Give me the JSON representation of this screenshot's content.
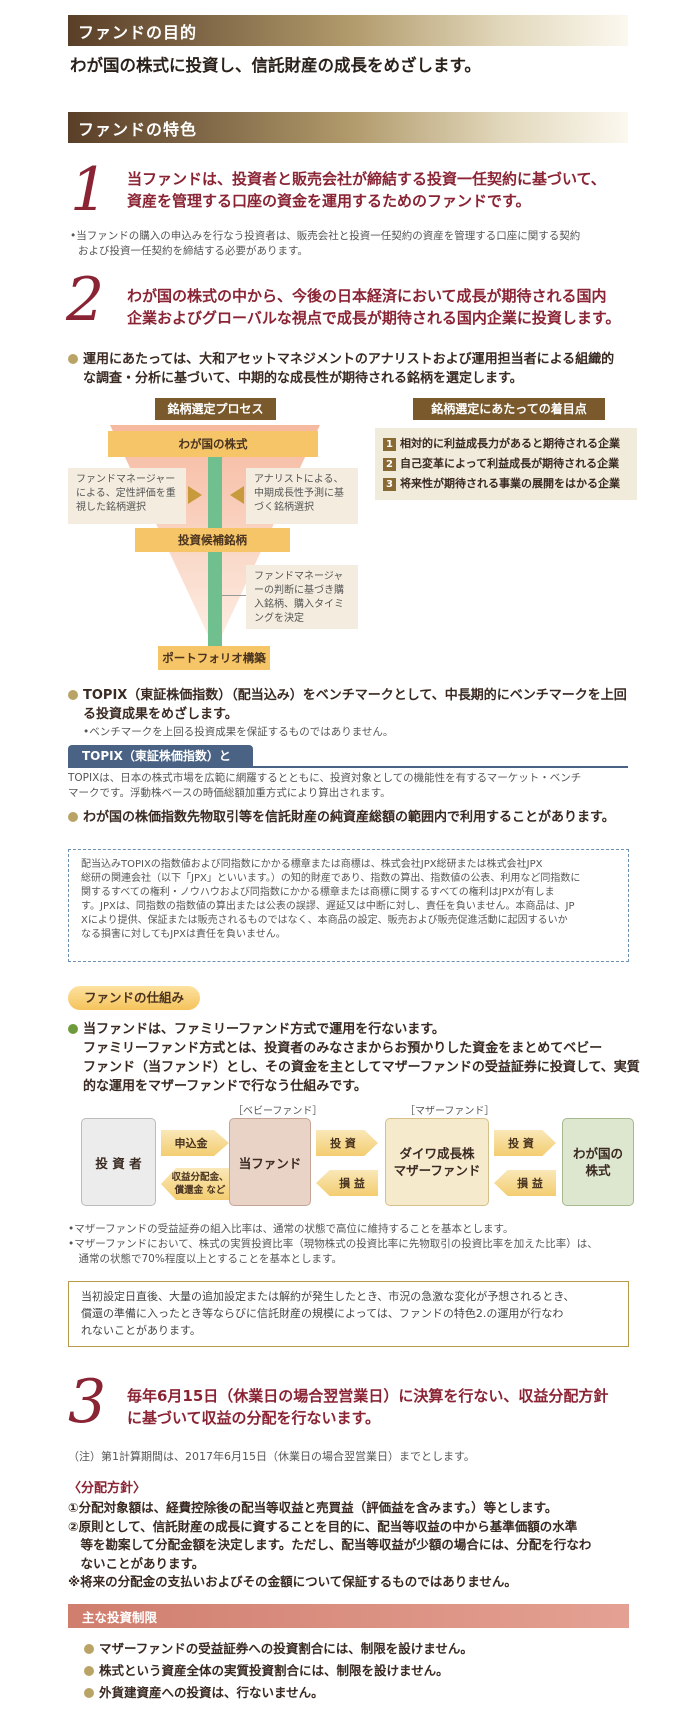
{
  "sections": {
    "purpose_title": "ファンドの目的",
    "purpose_text": "わが国の株式に投資し、信託財産の成長をめざします。",
    "features_title": "ファンドの特色"
  },
  "feature1": {
    "num": "1",
    "line1": "当ファンドは、投資者と販売会社が締結する投資一任契約に基づいて、",
    "line2": "資産を管理する口座の資金を運用するためのファンドです。",
    "note1": "•当ファンドの購入の申込みを行なう投資者は、販売会社と投資一任契約の資産を管理する口座に関する契約",
    "note2": "および投資一任契約を締結する必要があります。"
  },
  "feature2": {
    "num": "2",
    "line1": "わが国の株式の中から、今後の日本経済において成長が期待される国内",
    "line2": "企業およびグローバルな視点で成長が期待される国内企業に投資します。",
    "bullet1_line1": "運用にあたっては、大和アセットマネジメントのアナリストおよび運用担当者による組織的",
    "bullet1_line2": "な調査・分析に基づいて、中期的な成長性が期待される銘柄を選定します。"
  },
  "process": {
    "title": "銘柄選定プロセス",
    "top": "わが国の株式",
    "left_note": "ファンドマネージャーによる、定性評価を重視した銘柄選択",
    "right_note": "アナリストによる、中期成長性予測に基づく銘柄選択",
    "middle": "投資候補銘柄",
    "lower_note": "ファンドマネージャーの判断に基づき購入銘柄、購入タイミングを決定",
    "bottom": "ポートフォリオ構築"
  },
  "criteria": {
    "title": "銘柄選定にあたっての着目点",
    "items": [
      {
        "n": "1",
        "text": "相対的に利益成長力があると期待される企業"
      },
      {
        "n": "2",
        "text": "自己変革によって利益成長が期待される企業"
      },
      {
        "n": "3",
        "text": "将来性が期待される事業の展開をはかる企業"
      }
    ]
  },
  "benchmark": {
    "line1": "TOPIX（東証株価指数）（配当込み）をベンチマークとして、中長期的にベンチマークを上回",
    "line2": "る投資成果をめざします。",
    "note": "•ベンチマークを上回る投資成果を保証するものではありません。"
  },
  "topix": {
    "tab": "TOPIX（東証株価指数）とは",
    "line1": "TOPIXは、日本の株式市場を広範に網羅するとともに、投資対象としての機能性を有するマーケット・ベンチ",
    "line2": "マークです。浮動株ベースの時価総額加重方式により算出されます。",
    "futures": "わが国の株価指数先物取引等を信託財産の純資産総額の範囲内で利用することがあります。"
  },
  "disclaimer": {
    "lines": [
      "配当込みTOPIXの指数値および同指数にかかる標章または商標は、株式会社JPX総研または株式会社JPX",
      "総研の関連会社（以下「JPX」といいます。）の知的財産であり、指数の算出、指数値の公表、利用など同指数に",
      "関するすべての権利・ノウハウおよび同指数にかかる標章または商標に関するすべての権利はJPXが有しま",
      "す。JPXは、同指数の指数値の算出または公表の誤謬、遅延又は中断に対し、責任を負いません。本商品は、JP",
      "Xにより提供、保証または販売されるものではなく、本商品の設定、販売および販売促進活動に起因するいか",
      "なる損害に対してもJPXは責任を負いません。"
    ]
  },
  "scheme": {
    "pill": "ファンドの仕組み",
    "bullet": "当ファンドは、ファミリーファンド方式で運用を行ないます。",
    "desc": [
      "ファミリーファンド方式とは、投資者のみなさまからお預かりした資金をまとめてベビー",
      "ファンド（当ファンド）とし、その資金を主としてマザーファンドの受益証券に投資して、実質",
      "的な運用をマザーファンドで行なう仕組みです。"
    ],
    "baby_label": "［ベビーファンド］",
    "mother_label": "［マザーファンド］",
    "investor": "投 資 者",
    "fund": "当ファンド",
    "mother": "ダイワ成長株\nマザーファンド",
    "market": "わが国の\n株式",
    "apply": "申込金",
    "dividend": "収益分配金、\n償還金 など",
    "invest": "投 資",
    "profit": "損 益",
    "notes": [
      "•マザーファンドの受益証券の組入比率は、通常の状態で高位に維持することを基本とします。",
      "•マザーファンドにおいて、株式の実質投資比率（現物株式の投資比率に先物取引の投資比率を加えた比率）は、",
      "　通常の状態で70%程度以上とすることを基本とします。"
    ],
    "caution": [
      "当初設定日直後、大量の追加設定または解約が発生したとき、市況の急激な変化が予想されるとき、",
      "償還の準備に入ったとき等ならびに信託財産の規模によっては、ファンドの特色2.の運用が行なわ",
      "れないことがあります。"
    ]
  },
  "feature3": {
    "num": "3",
    "line1": "毎年6月15日（休業日の場合翌営業日）に決算を行ない、収益分配方針",
    "line2": "に基づいて収益の分配を行ないます。",
    "note": "（注）第1計算期間は、2017年6月15日（休業日の場合翌営業日）までとします。",
    "policy_title": "〈分配方針〉",
    "policy": [
      "①分配対象額は、経費控除後の配当等収益と売買益（評価益を含みます。）等とします。",
      "②原則として、信託財産の成長に資することを目的に、配当等収益の中から基準価額の水準",
      "　等を勘案して分配金額を決定します。ただし、配当等収益が少額の場合には、分配を行なわ",
      "　ないことがあります。",
      "※将来の分配金の支払いおよびその金額について保証するものではありません。"
    ]
  },
  "limits": {
    "title": "主な投資制限",
    "items": [
      "マザーファンドの受益証券への投資割合には、制限を設けません。",
      "株式という資産全体の実質投資割合には、制限を設けません。",
      "外貨建資産への投資は、行ないません。"
    ]
  }
}
